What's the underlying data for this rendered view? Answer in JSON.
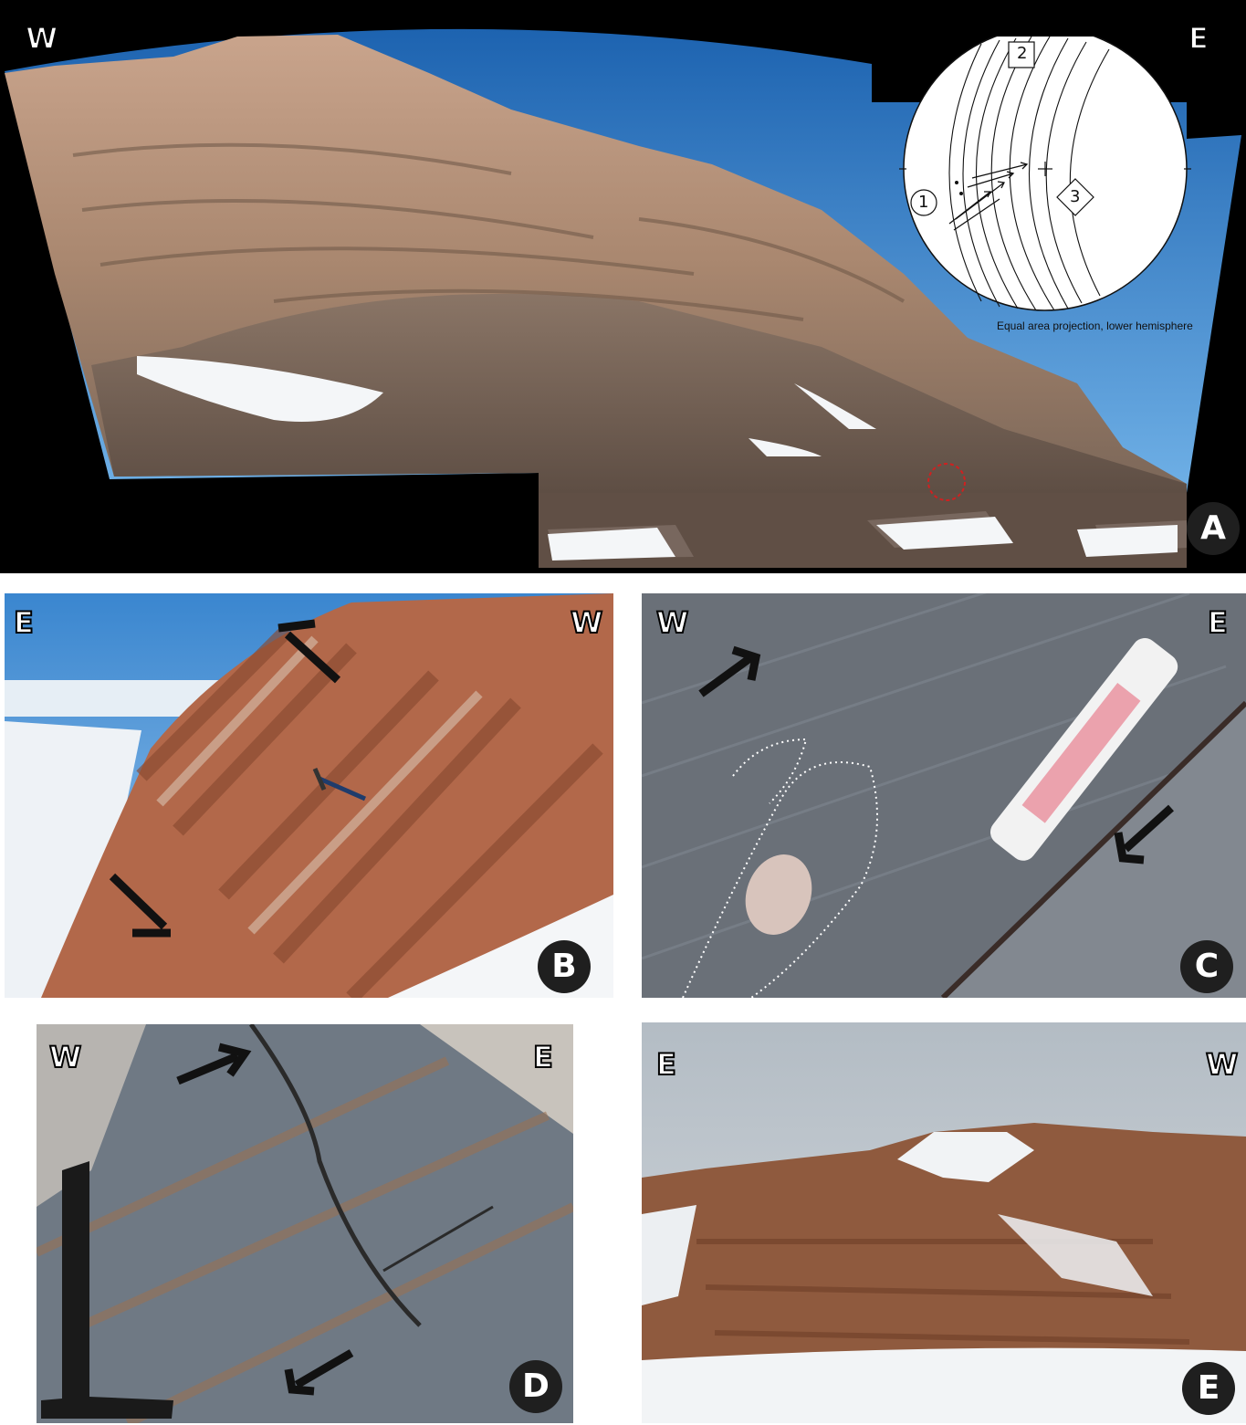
{
  "panels": {
    "a": {
      "label": "A",
      "left_dir": "W",
      "right_dir": "E"
    },
    "b": {
      "label": "B",
      "left_dir": "E",
      "right_dir": "W"
    },
    "c": {
      "label": "C",
      "left_dir": "W",
      "right_dir": "E"
    },
    "d": {
      "label": "D",
      "left_dir": "W",
      "right_dir": "E"
    },
    "e": {
      "label": "E",
      "left_dir": "E",
      "right_dir": "W"
    }
  },
  "stereonet": {
    "caption": "Equal area projection, lower hemisphere",
    "labels": [
      "1",
      "2",
      "3"
    ]
  },
  "colors": {
    "sky": "#2f7fc4",
    "rock": "#b08a70",
    "snow": "#f4f6f8",
    "badge": "#1f1f1f"
  }
}
